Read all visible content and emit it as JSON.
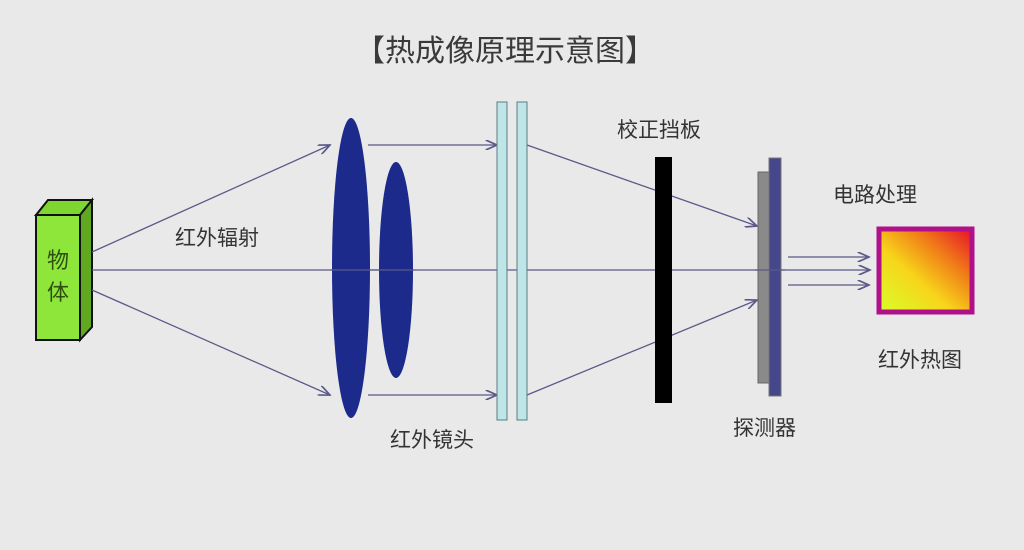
{
  "title": "【热成像原理示意图】",
  "labels": {
    "object": [
      "物",
      "体"
    ],
    "radiation": "红外辐射",
    "lens": "红外镜头",
    "shutter": "校正挡板",
    "detector": "探测器",
    "circuit": "电路处理",
    "thermal_image": "红外热图"
  },
  "colors": {
    "object": "#8ee63a",
    "lens": "#1c2a8c",
    "window": "#bfe6e6",
    "shutter": "#000000",
    "detector_front": "#8a8a8a",
    "detector_back": "#46468a",
    "ray": "#5a5a88",
    "image_border": "#b0108a"
  }
}
